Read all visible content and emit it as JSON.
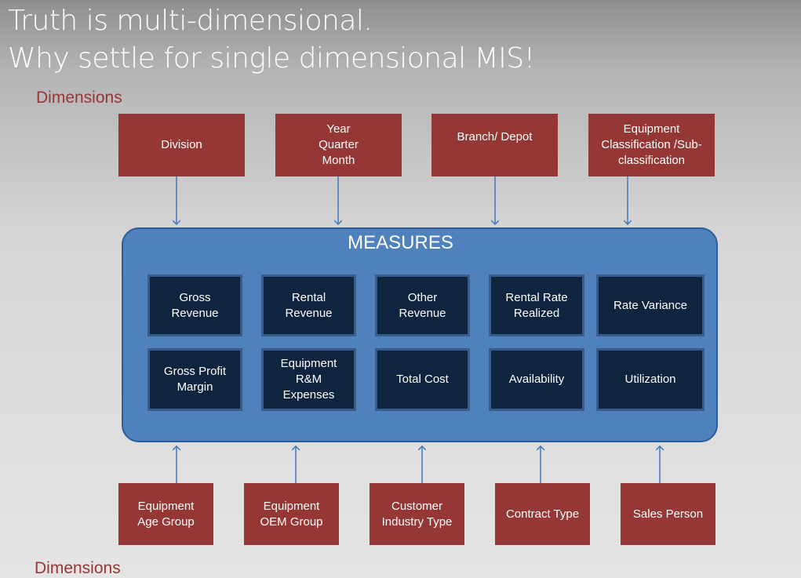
{
  "title": {
    "line1": "Truth is multi-dimensional.",
    "line2": "Why settle for single dimensional MIS!"
  },
  "dimensions_label_top": "Dimensions",
  "dimensions_label_bottom": "Dimensions",
  "top_dimensions": [
    "Division",
    "Year\nQuarter\nMonth",
    "Branch/ Depot",
    "Equipment\nClassification /Sub-\nclassification"
  ],
  "measures": {
    "title": "MEASURES",
    "row1": [
      "Gross\nRevenue",
      "Rental\nRevenue",
      "Other\nRevenue",
      "Rental Rate\nRealized",
      "Rate Variance"
    ],
    "row2": [
      "Gross Profit\nMargin",
      "Equipment\nR&M\nExpenses",
      "Total Cost",
      "Availability",
      "Utilization"
    ]
  },
  "bottom_dimensions": [
    "Equipment\nAge Group",
    "Equipment\nOEM Group",
    "Customer\nIndustry Type",
    "Contract Type",
    "Sales Person"
  ],
  "colors": {
    "dimension_fill": "#953735",
    "measures_panel": "#4f81bd",
    "measure_fill": "#0f243e",
    "arrow": "#4a7ebb",
    "label_text": "#953735"
  }
}
